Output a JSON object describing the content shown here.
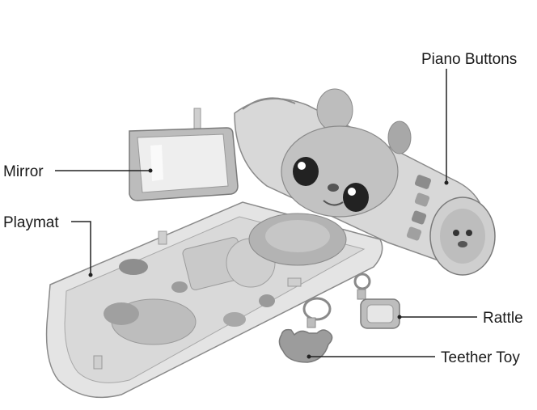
{
  "labels": {
    "piano_buttons": "Piano Buttons",
    "mirror": "Mirror",
    "playmat": "Playmat",
    "rattle": "Rattle",
    "teether_toy": "Teether Toy"
  },
  "colors": {
    "leader_line": "#222222",
    "product_light": "#e6e6e6",
    "product_mid": "#c8c8c8",
    "product_dark": "#9a9a9a",
    "outline": "#7a7a7a"
  }
}
